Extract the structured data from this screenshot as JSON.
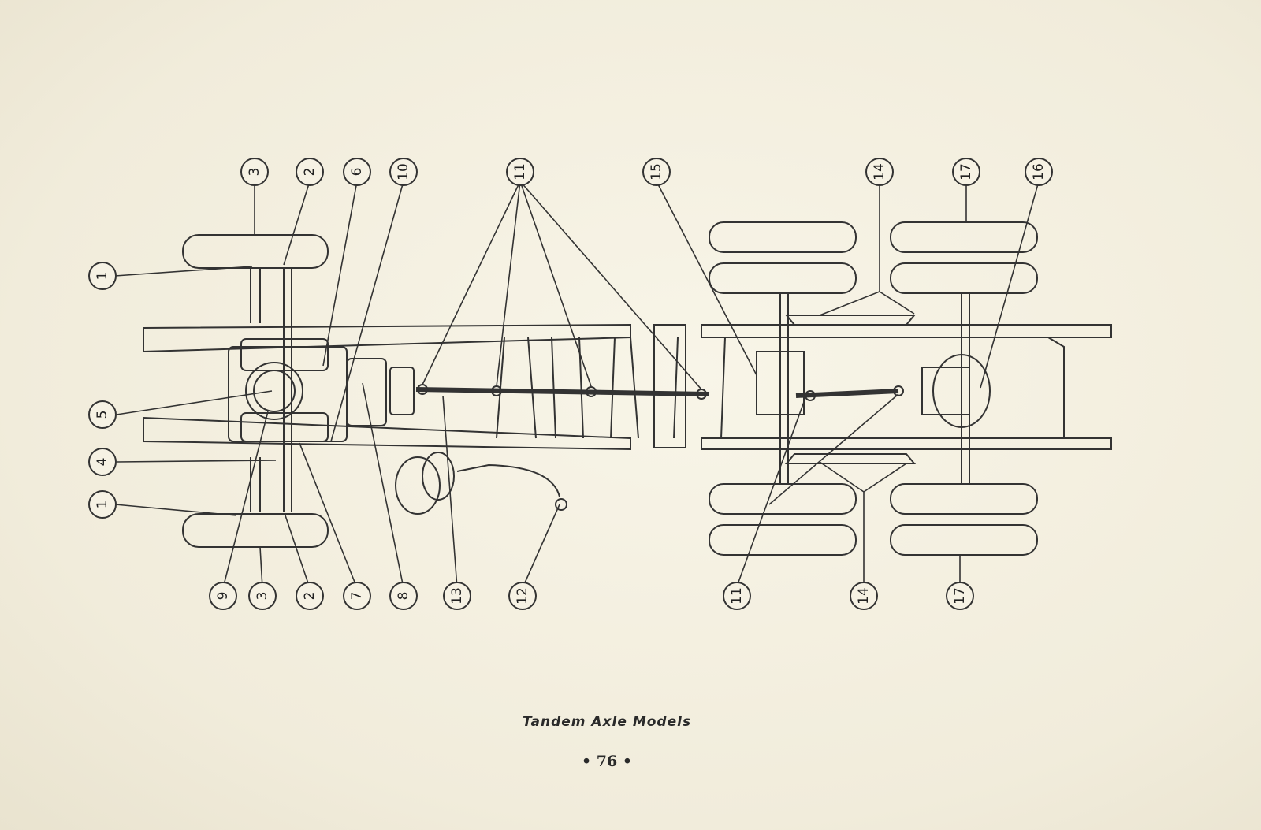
{
  "caption": "Tandem Axle Models",
  "page_number": "• 76 •",
  "callouts": [
    {
      "label": "1"
    },
    {
      "label": "1"
    },
    {
      "label": "2"
    },
    {
      "label": "2"
    },
    {
      "label": "3"
    },
    {
      "label": "3"
    },
    {
      "label": "4"
    },
    {
      "label": "5"
    },
    {
      "label": "6"
    },
    {
      "label": "7"
    },
    {
      "label": "8"
    },
    {
      "label": "9"
    },
    {
      "label": "10"
    },
    {
      "label": "11"
    },
    {
      "label": "11"
    },
    {
      "label": "12"
    },
    {
      "label": "13"
    },
    {
      "label": "14"
    },
    {
      "label": "14"
    },
    {
      "label": "15"
    },
    {
      "label": "16"
    },
    {
      "label": "17"
    },
    {
      "label": "17"
    }
  ]
}
